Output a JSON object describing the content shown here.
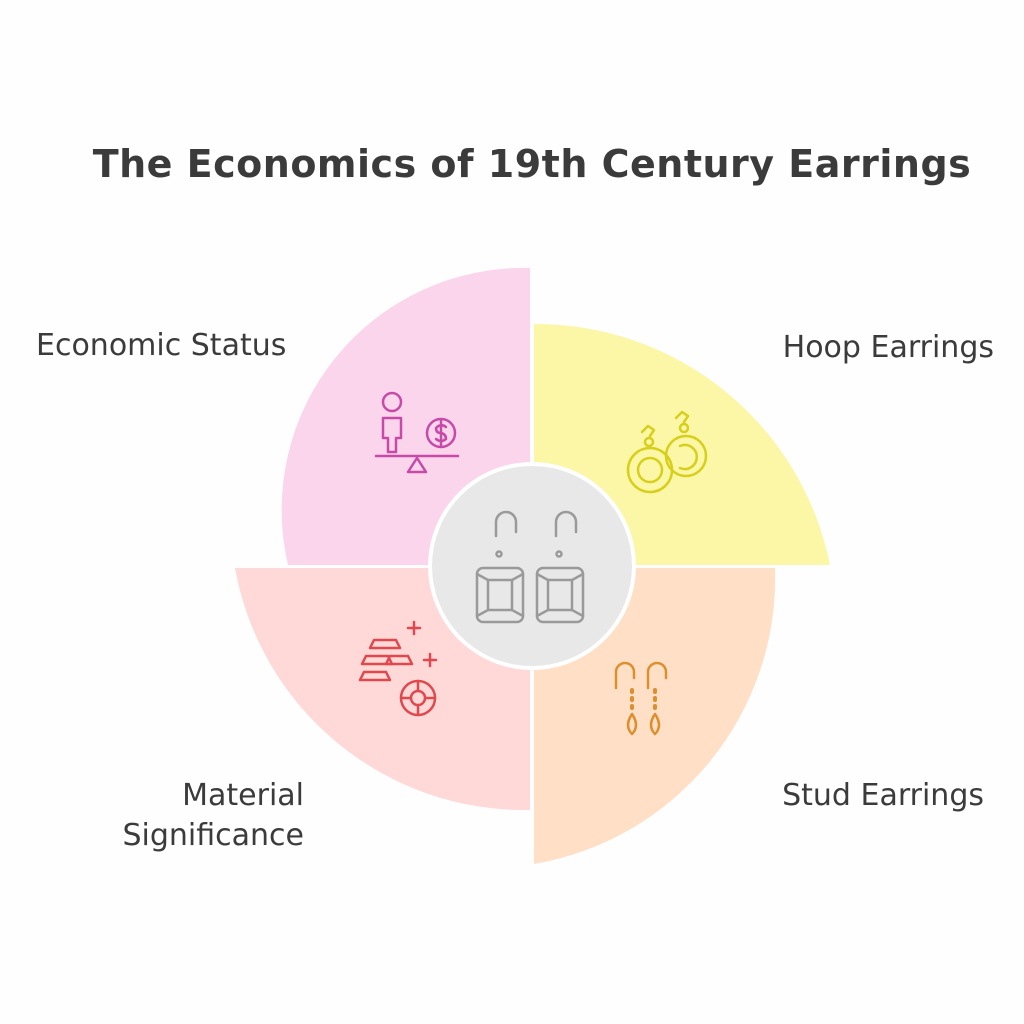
{
  "title": "The Economics of 19th Century Earrings",
  "segments": [
    {
      "id": "economic-status",
      "label": "Economic Status",
      "color": "#fbd5ec",
      "icon": "balance-scale-person-dollar-icon",
      "icon_color": "#c74aa8"
    },
    {
      "id": "hoop-earrings",
      "label": "Hoop Earrings",
      "color": "#fbf7a6",
      "icon": "hoop-earrings-icon",
      "icon_color": "#d7cf1c"
    },
    {
      "id": "material-significance",
      "label": "Material Significance",
      "color": "#fed9d8",
      "icon": "gold-bars-gem-icon",
      "icon_color": "#e0484d"
    },
    {
      "id": "stud-earrings",
      "label": "Stud Earrings",
      "color": "#ffe0c6",
      "icon": "drop-earrings-icon",
      "icon_color": "#de8e2d"
    }
  ],
  "center": {
    "color": "#e8e8e8",
    "icon": "square-gem-earrings-icon",
    "icon_color": "#9a9a9a"
  }
}
